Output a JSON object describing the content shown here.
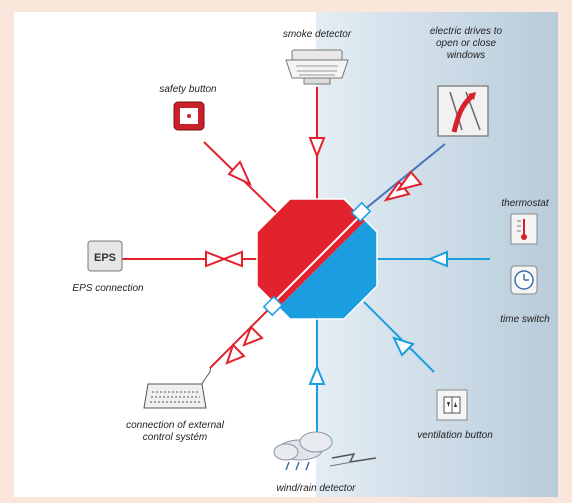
{
  "labels": {
    "smoke_detector": "smoke detector",
    "electric_drives": "electric drives to open or close windows",
    "safety_button": "safety button",
    "thermostat": "thermostat",
    "time_switch": "time switch",
    "eps_connection": "EPS connection",
    "eps_icon_text": "EPS",
    "external_control": "connection of external control systém",
    "ventilation_button": "ventilation button",
    "wind_rain_detector": "wind/rain detector"
  },
  "colors": {
    "alarm_red": "#e2222c",
    "control_blue": "#1a9ee0",
    "page_bg": "#fbe6dc"
  },
  "icons": {
    "smoke_detector": "smoke-detector-icon",
    "electric_drives": "window-drive-icon",
    "safety_button": "safety-button-icon",
    "thermostat": "thermostat-icon",
    "time_switch": "clock-icon",
    "eps": "eps-icon",
    "keyboard": "keyboard-icon",
    "ventilation": "ventilation-button-icon",
    "weather": "storm-cloud-icon"
  }
}
